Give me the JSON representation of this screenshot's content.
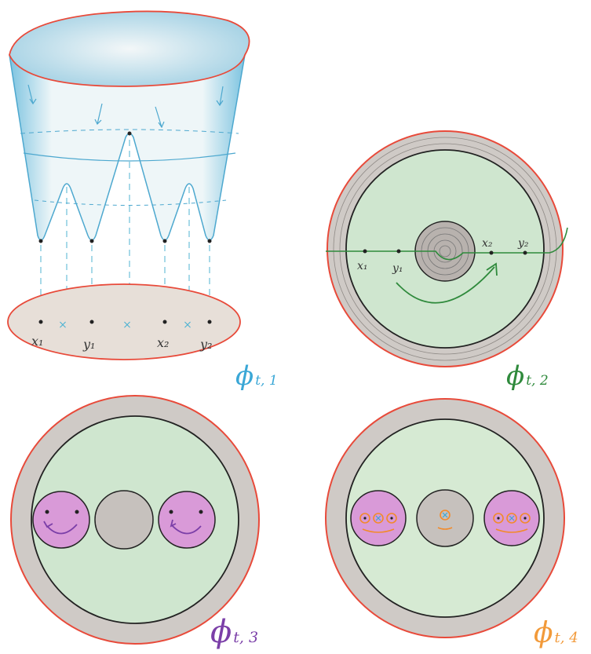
{
  "panel1": {
    "points": [
      "x₁",
      "y₁",
      "x₂",
      "y₂"
    ],
    "label_main": "ϕ",
    "label_sub": "t, 1",
    "colors": {
      "outline": "#e84a3a",
      "surface": "#bfe1ee",
      "dashes": "#4fb3d2",
      "label": "#3aa7d6"
    }
  },
  "panel2": {
    "points": [
      "x₁",
      "y₁",
      "x₂",
      "y₂"
    ],
    "label_main": "ϕ",
    "label_sub": "t, 2",
    "colors": {
      "outline": "#e84a3a",
      "disk": "#cfe6cf",
      "annulus": "#cfcac6",
      "flow": "#2f8a3c",
      "label": "#2f8a3c"
    }
  },
  "panel3": {
    "label_main": "ϕ",
    "label_sub": "t, 3",
    "colors": {
      "disk": "#cfe6cf",
      "annulus": "#cfcac6",
      "pink": "#d99ad8",
      "arrow": "#7b3fa8",
      "label": "#7b3fa8"
    }
  },
  "panel4": {
    "label_main": "ϕ",
    "label_sub": "t, 4",
    "colors": {
      "disk": "#d6ead3",
      "annulus": "#cfcac6",
      "pink": "#d99ad8",
      "marker": "#f28a2a",
      "label": "#f29a3a"
    }
  }
}
